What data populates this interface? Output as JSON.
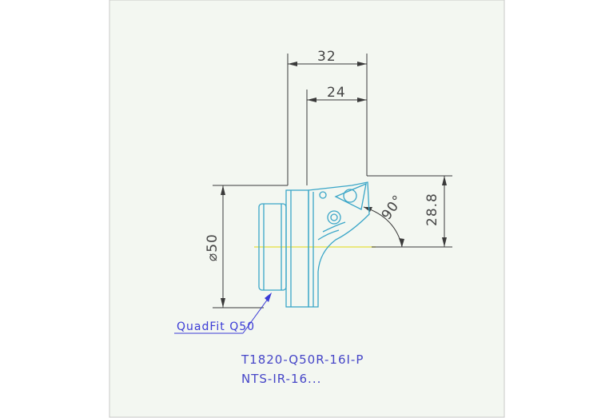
{
  "drawing": {
    "dimensions": {
      "width_32": "32",
      "width_24": "24",
      "height_28_8": "28.8",
      "diameter": "⌀50",
      "angle": "90°"
    },
    "callout_label": "QuadFit Q50",
    "part_codes": [
      "T1820-Q50R-16I-P",
      "NTS-IR-16..."
    ],
    "colors": {
      "paper": "#f3f7f1",
      "tool_outline": "#3aa6c8",
      "dimension_line": "#3a3a3a",
      "center_line": "#e8e45a",
      "callout": "#3b3bd6"
    }
  }
}
